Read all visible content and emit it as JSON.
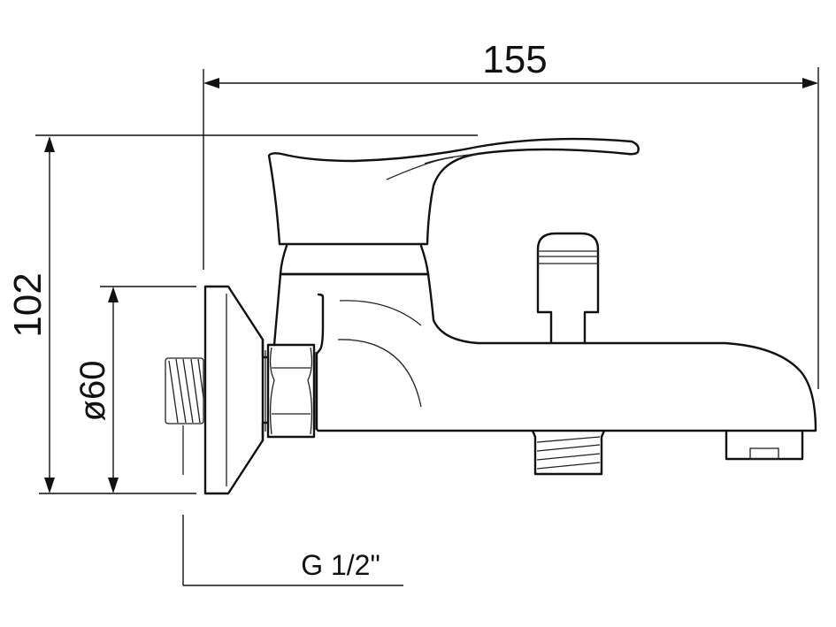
{
  "drawing": {
    "subject": "bath-shower-mixer-side-view",
    "colors": {
      "line": "#111111",
      "background": "#ffffff"
    }
  },
  "dimensions": {
    "width_total": {
      "label": "155",
      "font_size": 44
    },
    "height_total": {
      "label": "102",
      "font_size": 44
    },
    "flange_diameter": {
      "label": "ø60",
      "font_size": 40
    },
    "thread": {
      "label": "G 1/2\"",
      "font_size": 32
    }
  }
}
